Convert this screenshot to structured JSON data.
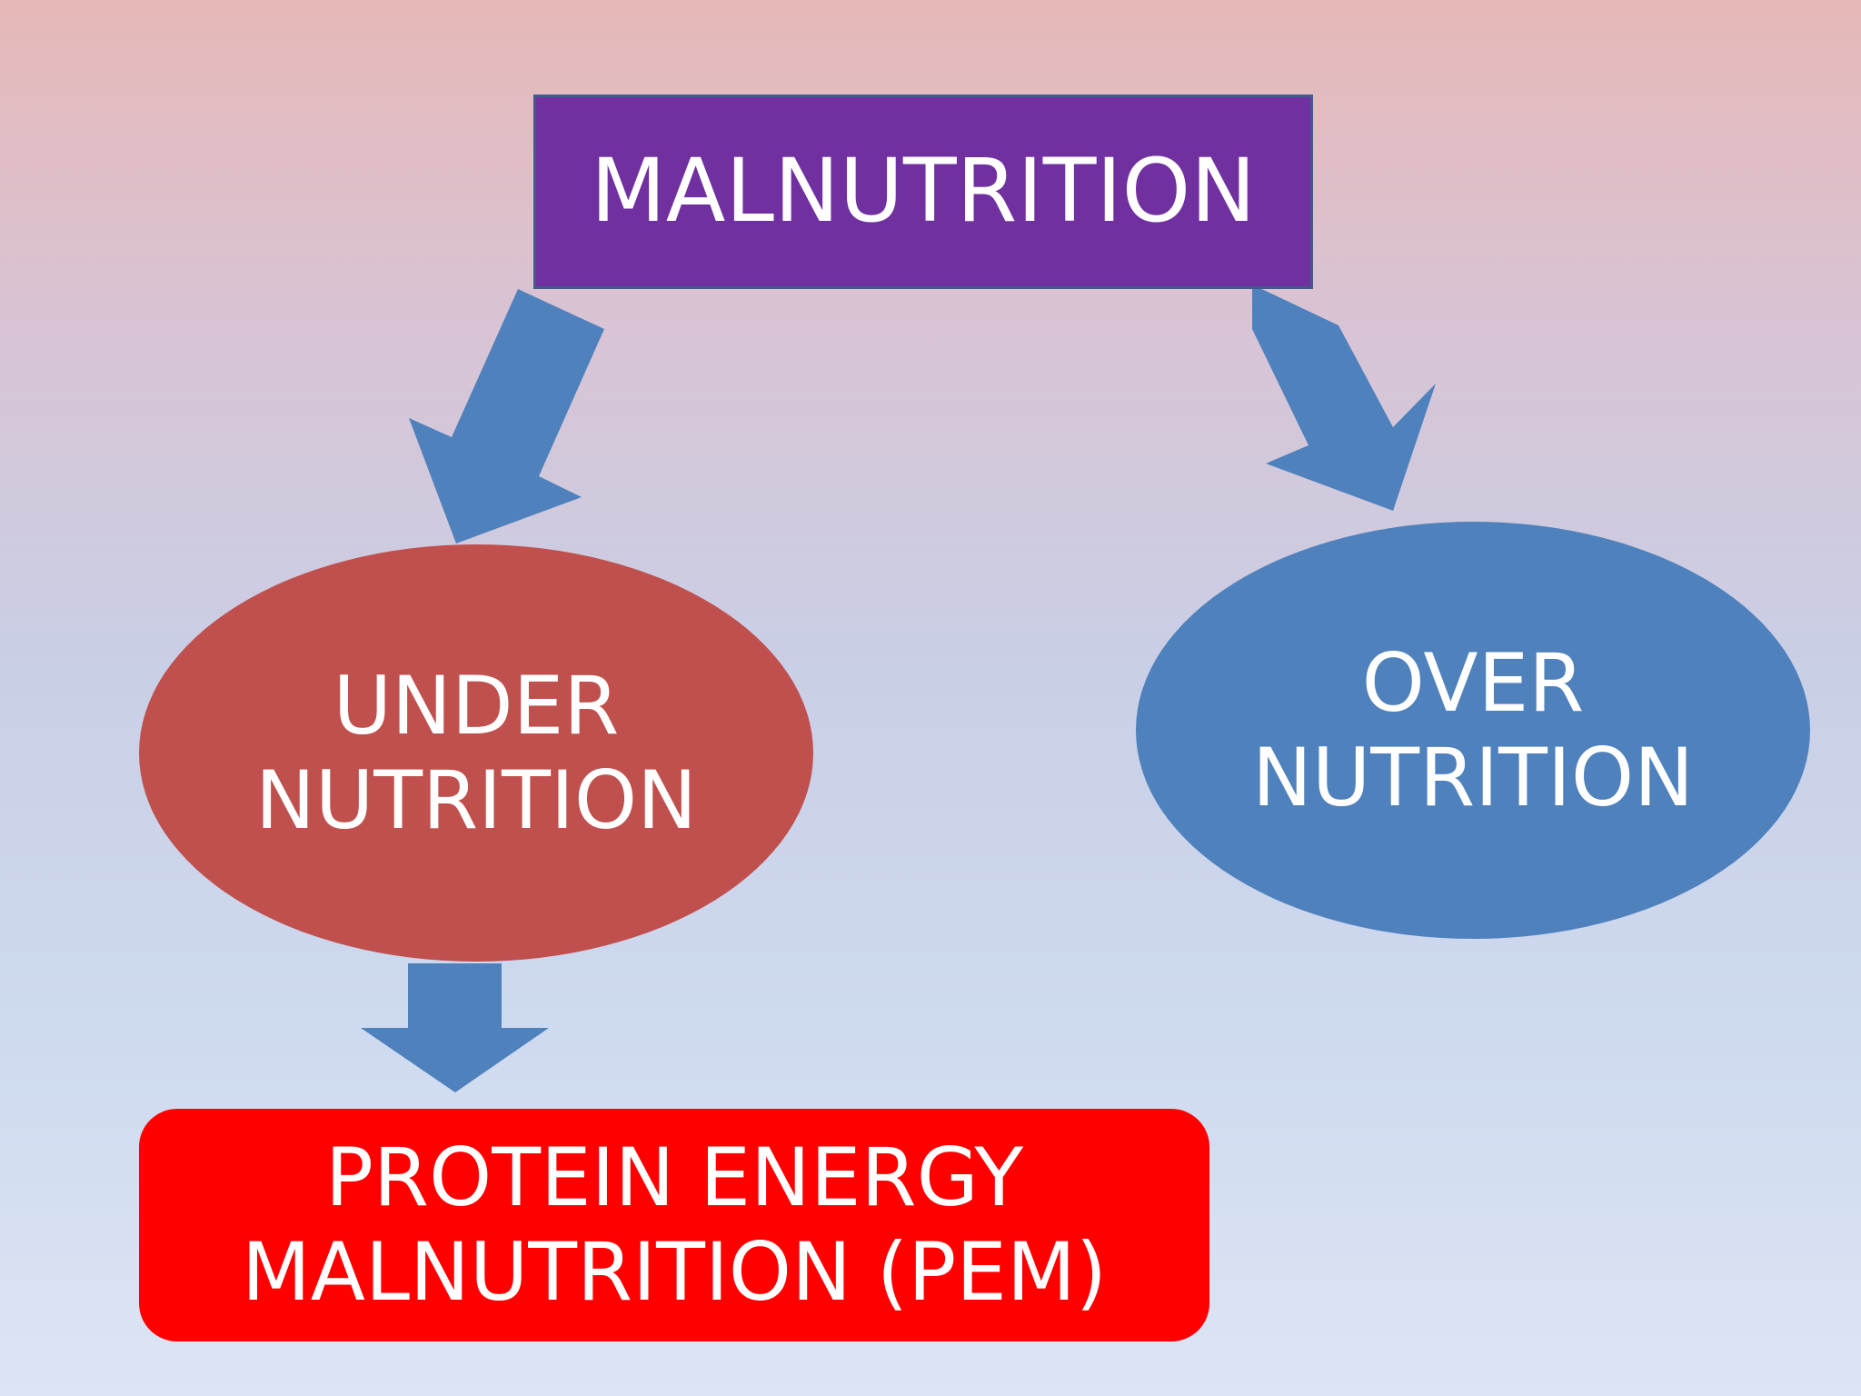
{
  "nodes": {
    "malnutrition": {
      "text": "MALNUTRITION",
      "color": "#7030a0"
    },
    "under_nutrition": {
      "line1": "UNDER",
      "line2": "NUTRITION",
      "color": "#c0504d"
    },
    "over_nutrition": {
      "line1": "OVER",
      "line2": "NUTRITION",
      "color": "#4f81bd"
    },
    "pem": {
      "line1": "PROTEIN ENERGY",
      "line2": "MALNUTRITION (PEM)",
      "color": "#ff0000"
    }
  },
  "arrow_color": "#4f81bd"
}
